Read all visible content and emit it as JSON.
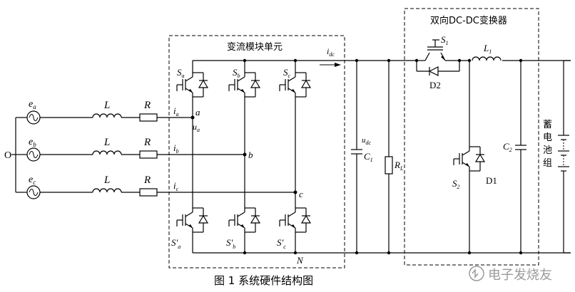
{
  "figure": {
    "caption": "图 1   系统硬件结构图",
    "watermark": "电子发烧友"
  },
  "sources": {
    "neutral_label": "O",
    "phases": [
      {
        "emf": "e",
        "sub": "a",
        "inductor": "L",
        "resistor": "R",
        "current": "i",
        "current_sub": "a",
        "node": "a",
        "voltage": "u",
        "voltage_sub": "a"
      },
      {
        "emf": "e",
        "sub": "b",
        "inductor": "L",
        "resistor": "R",
        "current": "i",
        "current_sub": "b",
        "node": "b"
      },
      {
        "emf": "e",
        "sub": "c",
        "inductor": "L",
        "resistor": "R",
        "current": "i",
        "current_sub": "c",
        "node": "c"
      }
    ]
  },
  "converter": {
    "title": "变流模块单元",
    "dc_current": "i",
    "dc_current_sub": "dc",
    "neg_node": "N",
    "upper_switches": [
      {
        "label": "S",
        "sub": "a"
      },
      {
        "label": "S",
        "sub": "b"
      },
      {
        "label": "S",
        "sub": "c"
      }
    ],
    "lower_switches": [
      {
        "label": "S'",
        "sub": "a"
      },
      {
        "label": "S'",
        "sub": "b"
      },
      {
        "label": "S'",
        "sub": "c"
      }
    ]
  },
  "dc_link": {
    "voltage": "u",
    "voltage_sub": "dc",
    "capacitor": "C",
    "capacitor_sub": "1",
    "resistor": "R",
    "resistor_sub": "L"
  },
  "dcdc": {
    "title": "双向DC-DC变换器",
    "switch1": "S",
    "switch1_sub": "1",
    "diode2": "D2",
    "inductor": "L",
    "inductor_sub": "1",
    "switch2": "S",
    "switch2_sub": "2",
    "diode1": "D1",
    "capacitor": "C",
    "capacitor_sub": "2"
  },
  "battery": {
    "label_chars": [
      "蓄",
      "电",
      "池",
      "组"
    ]
  },
  "colors": {
    "line": "#000000",
    "watermark": "#9a9a9a"
  }
}
